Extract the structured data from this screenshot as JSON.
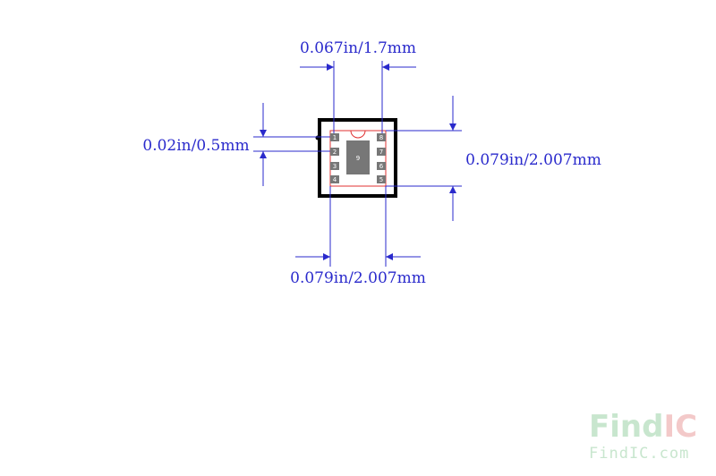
{
  "dimensions": {
    "pin_pitch_width": "0.067in/1.7mm",
    "pin_pitch_height": "0.02in/0.5mm",
    "body_height": "0.079in/2.007mm",
    "body_width": "0.079in/2.007mm"
  },
  "pins": [
    {
      "id": "1"
    },
    {
      "id": "2"
    },
    {
      "id": "3"
    },
    {
      "id": "4"
    },
    {
      "id": "5"
    },
    {
      "id": "6"
    },
    {
      "id": "7"
    },
    {
      "id": "8"
    }
  ],
  "thermal_pad": {
    "label": "9"
  },
  "watermark": {
    "brand_find": "Find",
    "brand_ic": "IC",
    "url": "FindIC.com"
  },
  "colors": {
    "dimension": "#2a2acc",
    "outline": "#000000",
    "silkscreen": "#e03030",
    "pad": "#777777",
    "watermark_green": "#c8e6ce",
    "watermark_red": "#f3c9c9"
  }
}
